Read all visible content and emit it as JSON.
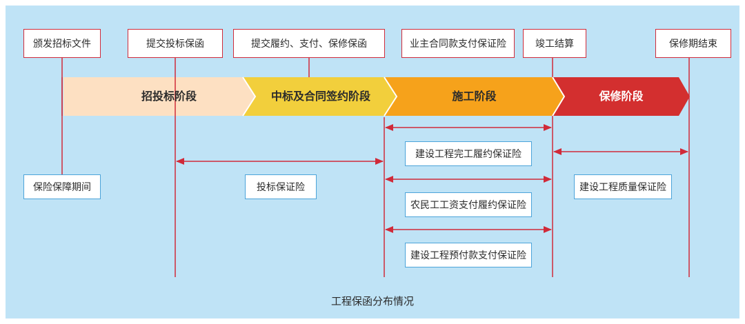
{
  "colors": {
    "background": "#bfe3f6",
    "line": "#d02a39",
    "label_border": "#4ba3d9",
    "stage_bidding": "#fde0c2",
    "stage_award": "#f2cf3c",
    "stage_construction": "#f6a21b",
    "stage_warranty": "#d32f2f"
  },
  "milestones": [
    {
      "label": "颁发招标文件"
    },
    {
      "label": "提交投标保函"
    },
    {
      "label": "提交履约、支付、保修保函"
    },
    {
      "label": "业主合同款支付保证险"
    },
    {
      "label": "竣工结算"
    },
    {
      "label": "保修期结束"
    }
  ],
  "stages": [
    {
      "label": "招投标阶段"
    },
    {
      "label": "中标及合同签约阶段"
    },
    {
      "label": "施工阶段"
    },
    {
      "label": "保修阶段"
    }
  ],
  "labels": {
    "period": "保险保障期间",
    "bid_bond": "投标保证险",
    "completion_bond": "建设工程完工履约保证险",
    "wage_bond": "农民工工资支付履约保证险",
    "prepayment_bond": "建设工程预付款支付保证险",
    "quality_bond": "建设工程质量保证险"
  },
  "caption": "工程保函分布情况"
}
